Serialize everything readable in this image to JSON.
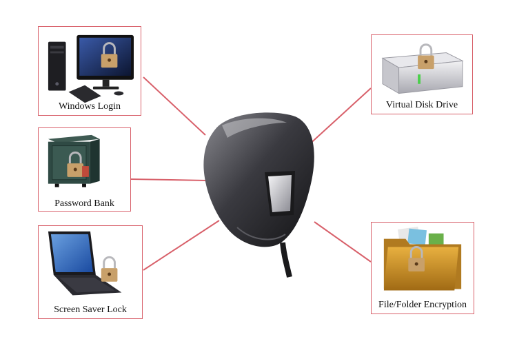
{
  "nodes": {
    "windows_login": {
      "label": "Windows Login",
      "icon": "desktop-computer-lock-icon"
    },
    "password_bank": {
      "label": "Password Bank",
      "icon": "safe-lock-icon"
    },
    "screen_saver_lock": {
      "label": "Screen Saver Lock",
      "icon": "laptop-lock-icon"
    },
    "virtual_disk_drive": {
      "label": "Virtual Disk Drive",
      "icon": "hard-drive-lock-icon"
    },
    "file_folder_encryption": {
      "label": "File/Folder Encryption",
      "icon": "folder-lock-icon"
    }
  },
  "center": {
    "icon": "fingerprint-scanner-icon"
  },
  "colors": {
    "border": "#d8606a",
    "connector": "#d8606a",
    "label_text": "#111111"
  }
}
